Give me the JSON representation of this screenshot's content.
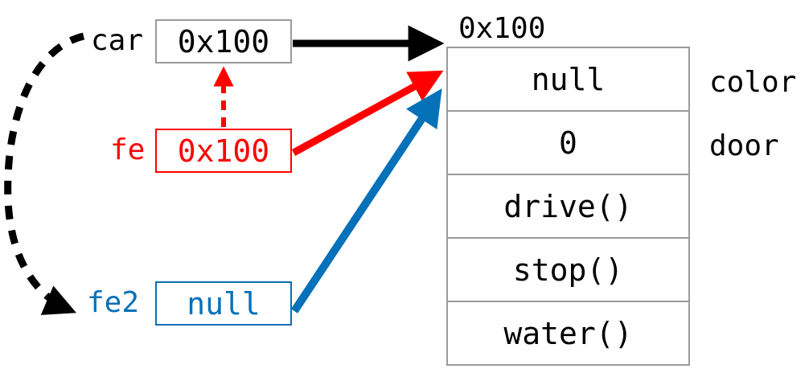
{
  "diagram": {
    "type": "object-reference-diagram",
    "colors": {
      "black": "#000000",
      "red": "#ff0000",
      "blue": "#0571b8",
      "border_gray": "#9a9a9a",
      "background": "#ffffff"
    }
  },
  "variables": [
    {
      "name": "car",
      "label": "car",
      "value": "0x100",
      "color": "#000000"
    },
    {
      "name": "fe",
      "label": "fe",
      "value": "0x100",
      "color": "#ff0000"
    },
    {
      "name": "fe2",
      "label": "fe2",
      "value": "null",
      "color": "#0571b8"
    }
  ],
  "object": {
    "address": "0x100",
    "rows": [
      {
        "value": "null",
        "field": "color"
      },
      {
        "value": "0",
        "field": "door"
      },
      {
        "value": "drive()",
        "field": ""
      },
      {
        "value": "stop()",
        "field": ""
      },
      {
        "value": "water()",
        "field": ""
      }
    ],
    "field_labels": [
      "color",
      "door"
    ]
  },
  "arrows": [
    {
      "name": "car-to-object",
      "style": "solid",
      "color": "#000000",
      "from": "car-box-right",
      "to": "object-left-top"
    },
    {
      "name": "fe-to-object",
      "style": "solid",
      "color": "#ff0000",
      "from": "fe-box-right",
      "to": "object-left-row1"
    },
    {
      "name": "fe2-to-object",
      "style": "solid",
      "color": "#0571b8",
      "from": "fe2-box-right",
      "to": "object-left-row1b"
    },
    {
      "name": "fe-to-car",
      "style": "dashed",
      "color": "#ff0000",
      "from": "fe-box-top",
      "to": "car-box-bottom"
    },
    {
      "name": "car-to-fe2",
      "style": "dashed",
      "color": "#000000",
      "from": "car-label-left",
      "to": "fe2-label-left"
    }
  ]
}
